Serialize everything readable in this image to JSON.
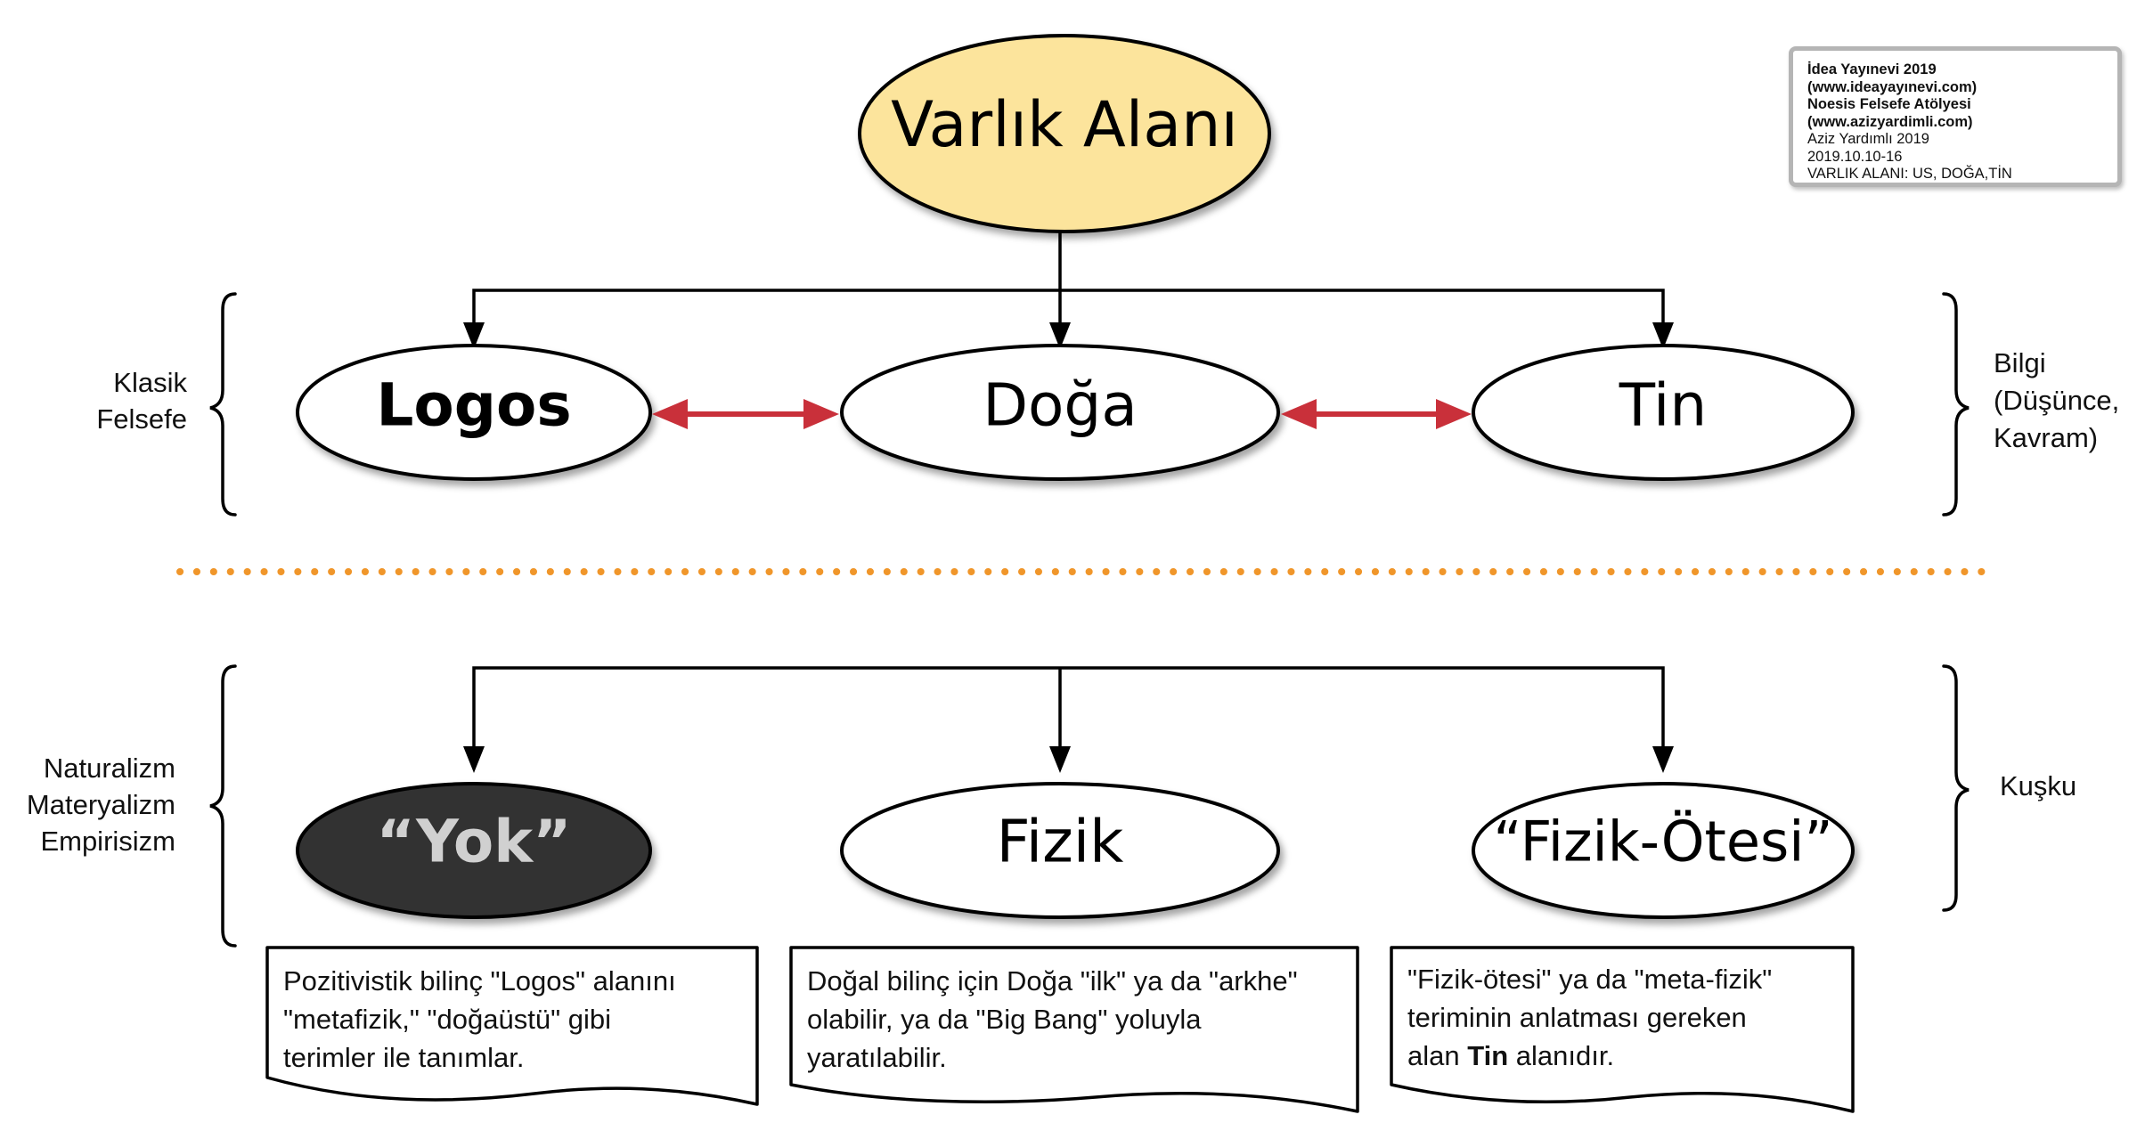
{
  "root": {
    "label": "Varlık Alanı",
    "fill": "#fce49c"
  },
  "top_nodes": [
    {
      "label": "Logos"
    },
    {
      "label": "Doğa"
    },
    {
      "label": "Tin"
    }
  ],
  "bottom_nodes": [
    {
      "label": "“Yok”",
      "fill": "#333333",
      "text_color": "#d0d0d0"
    },
    {
      "label": "Fizik"
    },
    {
      "label": "“Fizik-Ötesi”"
    }
  ],
  "left_labels": {
    "top": [
      "Klasik",
      "Felsefe"
    ],
    "bottom": [
      "Naturalizm",
      "Materyalizm",
      "Empirisizm"
    ]
  },
  "right_labels": {
    "top": [
      "Bilgi",
      "(Düşünce,",
      "Kavram)"
    ],
    "bottom": [
      "Kuşku"
    ]
  },
  "notes": [
    {
      "lines": [
        "Pozitivistik bilinç \"Logos\" alanını",
        "\"metafizik,\" \"doğaüstü\" gibi",
        "terimler ile tanımlar."
      ]
    },
    {
      "lines": [
        "Doğal bilinç için Doğa \"ilk\" ya da \"arkhe\"",
        "olabilir, ya da \"Big Bang\" yoluyla",
        "yaratılabilir."
      ]
    },
    {
      "line1": "\"Fizik-ötesi\" ya da \"meta-fizik\"",
      "line2": "teriminin anlatması gereken",
      "line3_pre": "alan ",
      "line3_bold": "Tin",
      "line3_post": " alanıdır."
    }
  ],
  "info_box": {
    "lines_bold": [
      "İdea Yayınevi 2019",
      "(www.ideayayınevi.com)",
      "Noesis Felsefe Atölyesi",
      "(www.azizyardimli.com)"
    ],
    "lines": [
      "Aziz Yardımlı 2019",
      "2019.10.10-16",
      "VARLIK ALANI: US, DOĞA,TİN"
    ]
  },
  "colors": {
    "double_arrow": "#c9303a",
    "separator": "#f0962a",
    "line": "#000000"
  }
}
